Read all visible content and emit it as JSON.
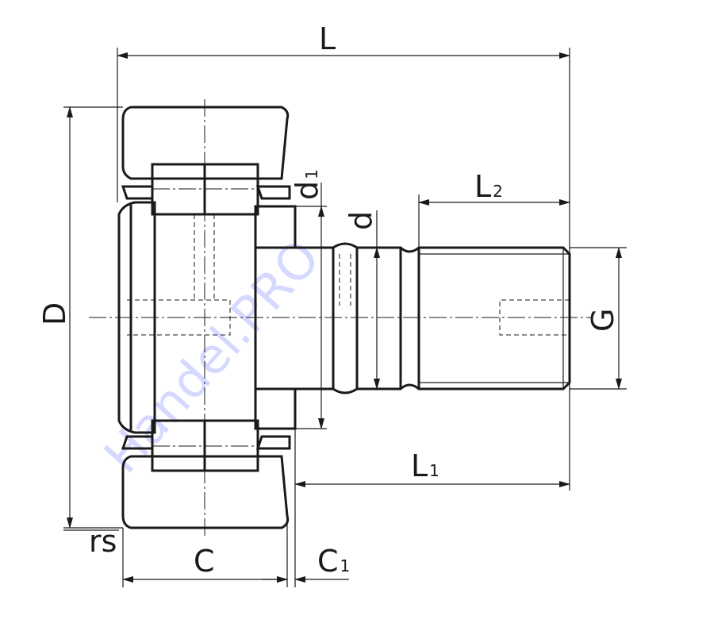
{
  "title": "Cam follower (stud type track roller) dimension drawing",
  "labels": {
    "L": "L",
    "L2": "L",
    "L2_sub": "2",
    "d1": "d",
    "d1_sub": "1",
    "d": "d",
    "D": "D",
    "G": "G",
    "L1": "L",
    "L1_sub": "1",
    "rs": "rs",
    "C": "C",
    "C1": "C",
    "C1_sub": "1"
  },
  "watermark": "Handel.PRO",
  "colors": {
    "line": "#1a1a1a",
    "watermark": "#c8ccff"
  }
}
